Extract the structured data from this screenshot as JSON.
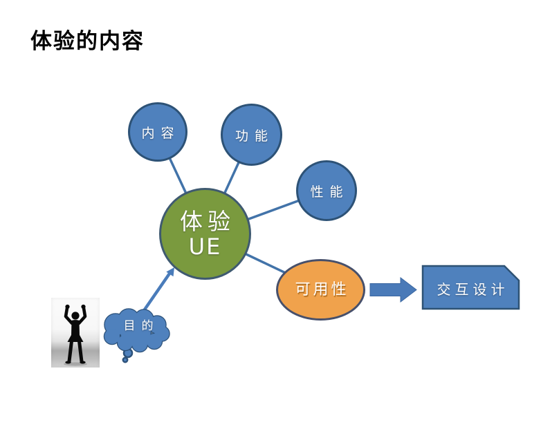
{
  "page": {
    "title": "体验的内容"
  },
  "diagram": {
    "center_node": {
      "title": "体验",
      "subtitle": "UE"
    },
    "factor_nodes": [
      {
        "label": "内容"
      },
      {
        "label": "功能"
      },
      {
        "label": "性能"
      }
    ],
    "usability_node": {
      "label": "可用性"
    },
    "result_box": {
      "label": "交互设计"
    },
    "thought_cloud": {
      "label": "目的"
    },
    "colors": {
      "node_blue": "#4f81bd",
      "node_blue_border": "#2d5276",
      "center_green": "#7a9a3e",
      "center_green_border": "#3f5a70",
      "usability_orange": "#f0a24c",
      "usability_orange_border": "#47506b",
      "connector_blue": "#4273a9",
      "flow_arrow_blue": "#4a7ab8",
      "title_text": "#000000",
      "node_text": "#ffffff"
    }
  }
}
